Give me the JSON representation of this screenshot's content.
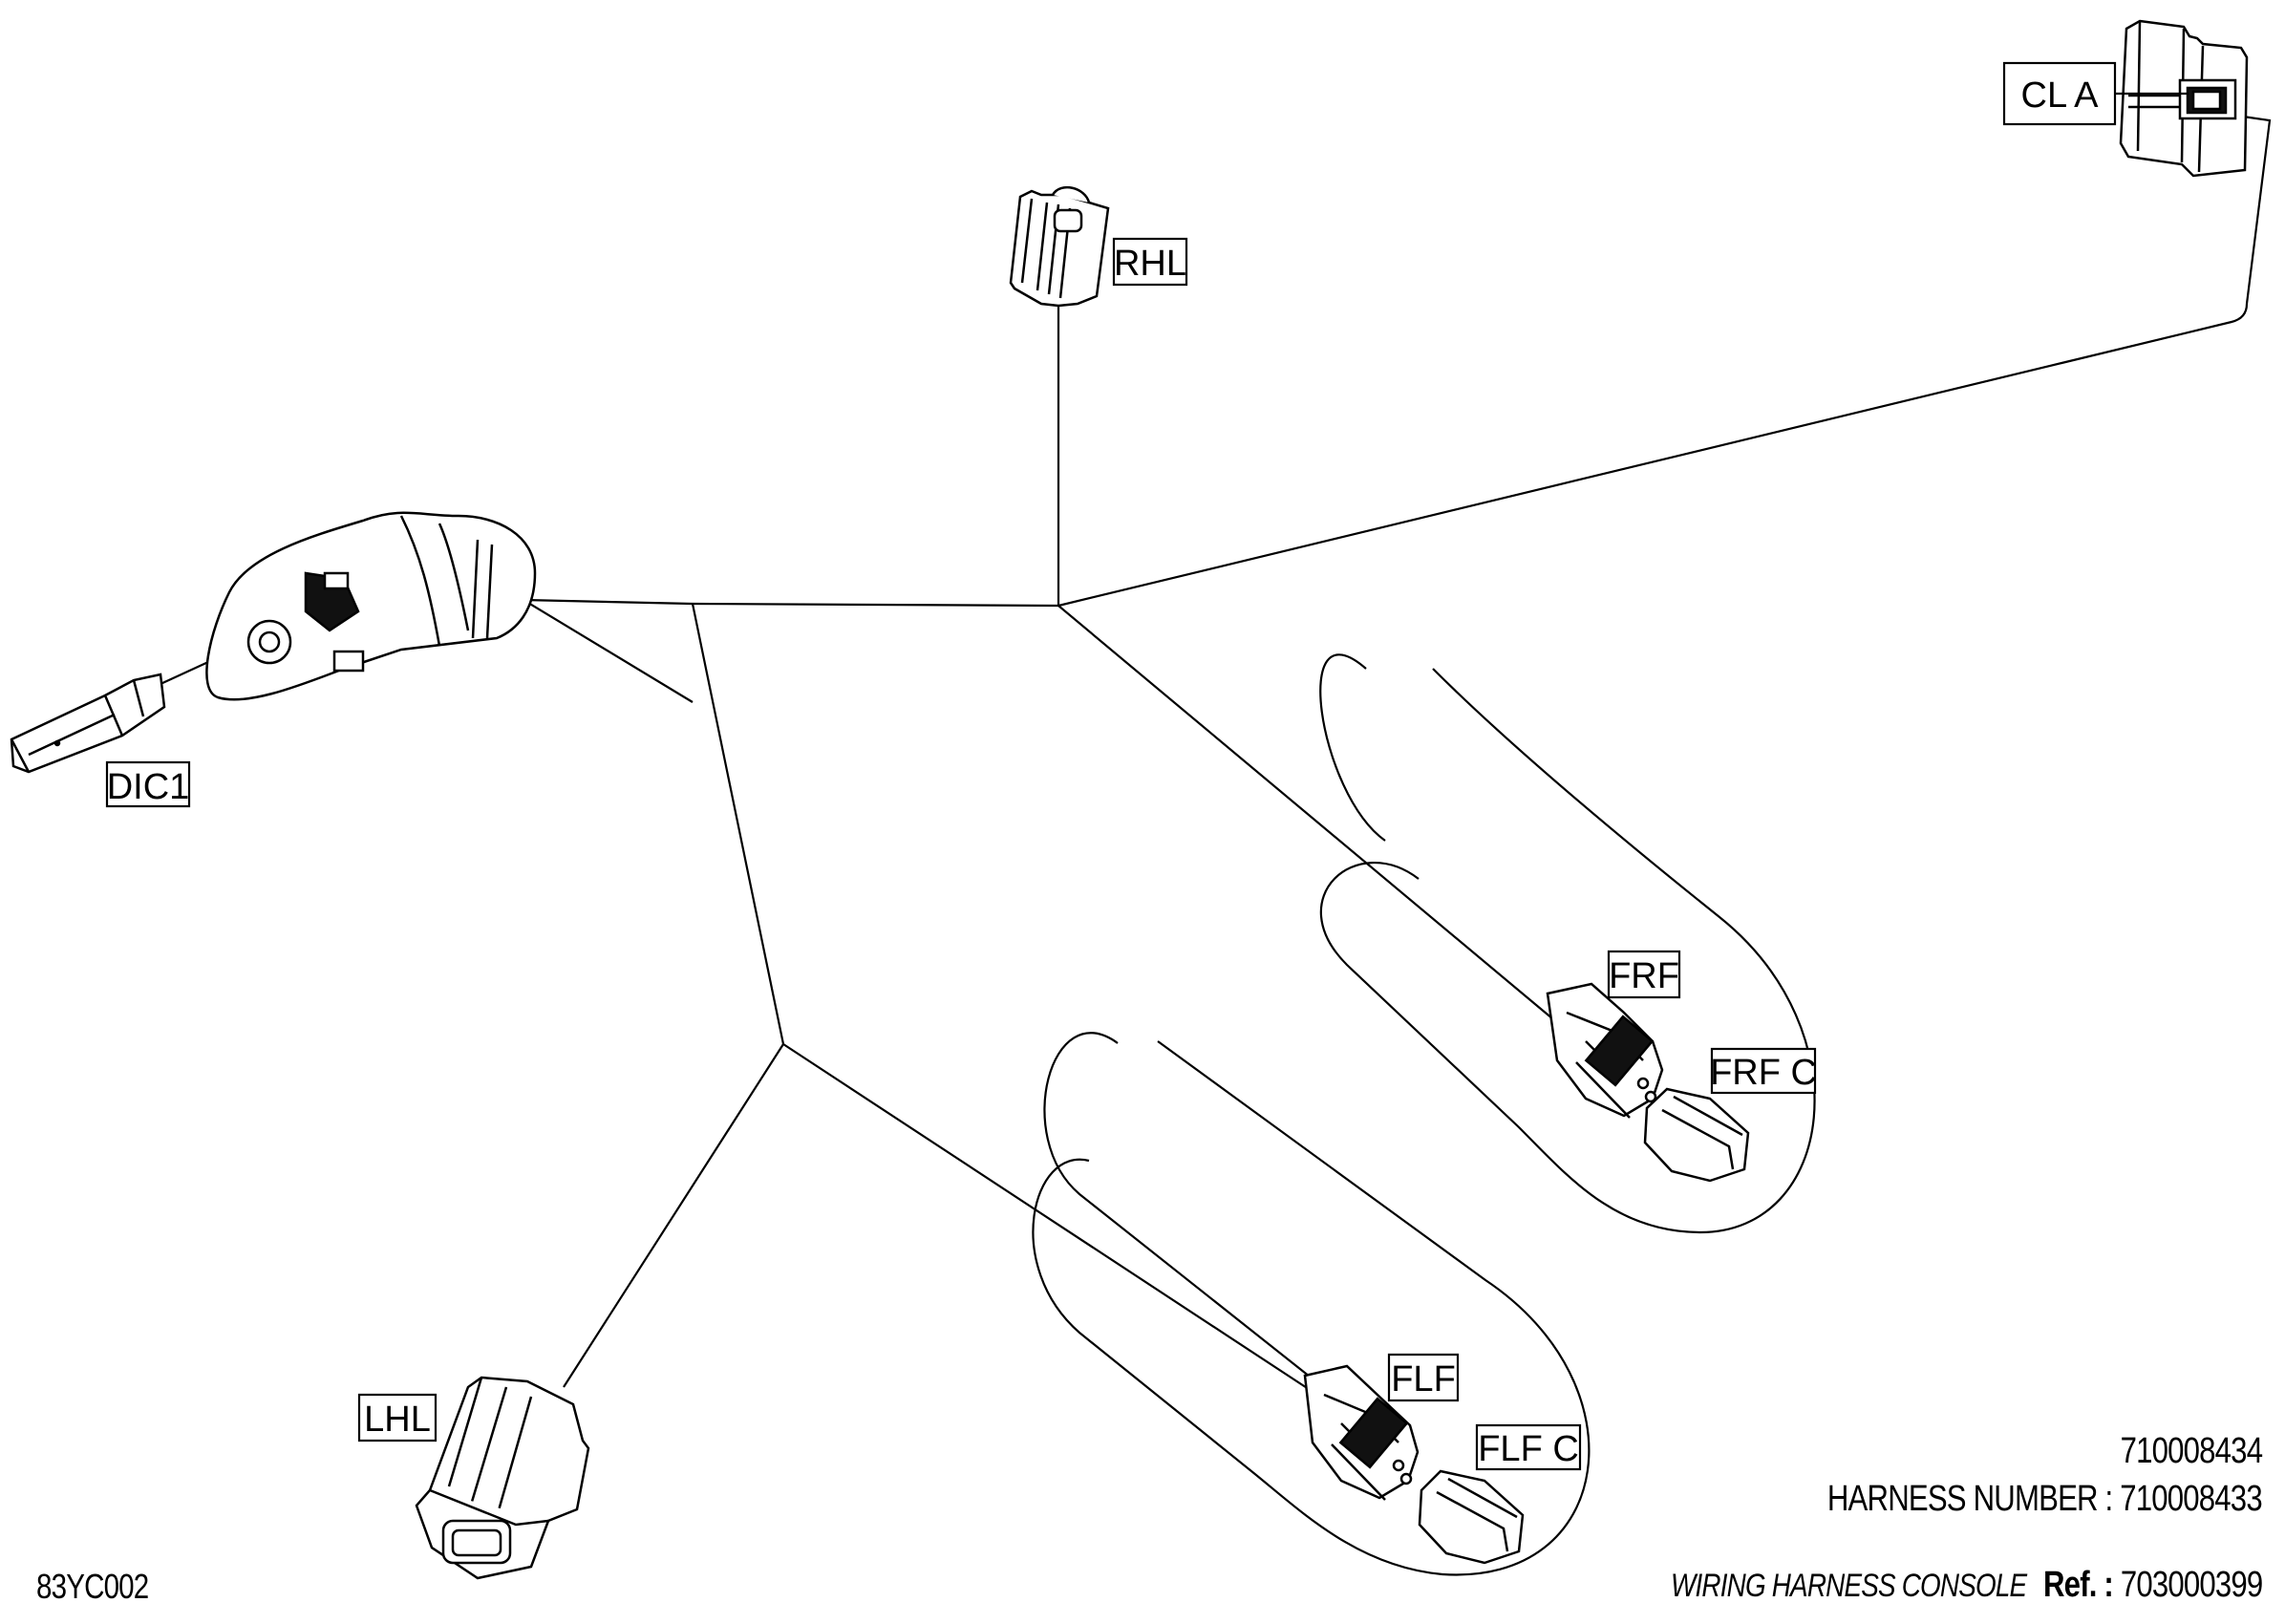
{
  "connectors": {
    "cl_a": "CL  A",
    "rhl": "RHL",
    "dic1": "DIC1",
    "frf": "FRF",
    "frf_c": "FRF  C",
    "flf": "FLF",
    "flf_c": "FLF  C",
    "lhl": "LHL"
  },
  "footer": {
    "drawing_code": "83YC002",
    "part_number_1": "710008434",
    "harness_label": "HARNESS NUMBER :",
    "harness_number": "710008433",
    "title": "WIRING HARNESS  CONSOLE",
    "ref_label": "Ref. :",
    "ref_number": "703000399"
  }
}
